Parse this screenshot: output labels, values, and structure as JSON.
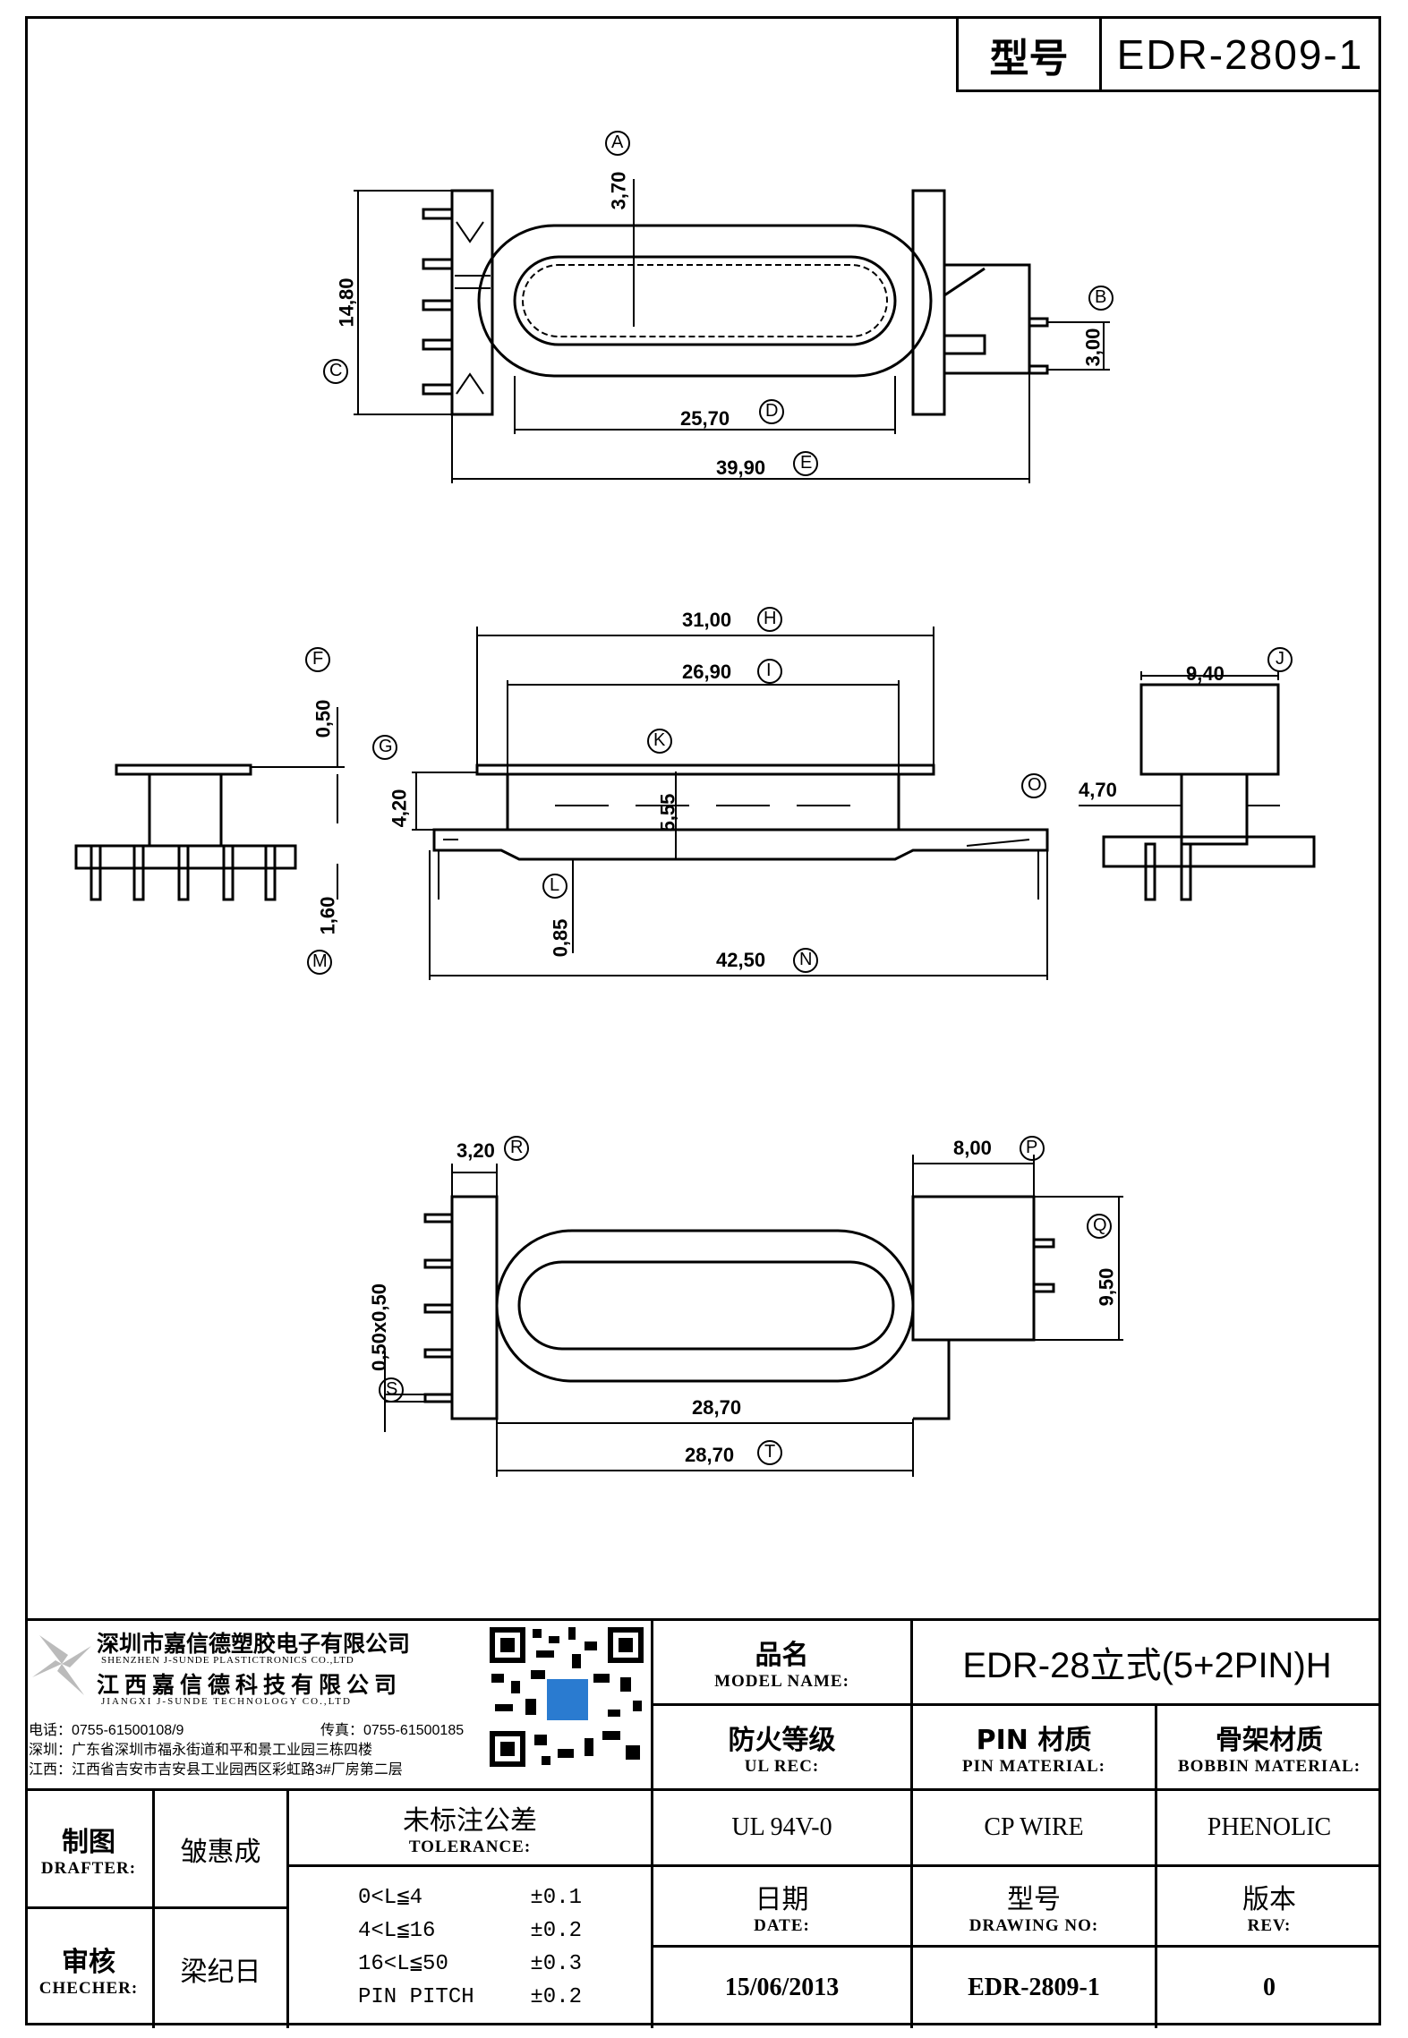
{
  "header": {
    "model_label": "型号",
    "model_value": "EDR-2809-1"
  },
  "dimensions": {
    "A": "3,70",
    "B": "3,00",
    "C": "14,80",
    "D": "25,70",
    "E": "39,90",
    "F": "0,50",
    "G": "4,20",
    "H": "31,00",
    "I": "26,90",
    "J": "9,40",
    "K": "5,55",
    "L": "0,85",
    "M": "1,60",
    "N": "42,50",
    "O": "4,70",
    "P": "8,00",
    "Q": "9,50",
    "R": "3,20",
    "S": "0,50x0,50",
    "T1": "28,70",
    "T": "28,70"
  },
  "letters": [
    "A",
    "B",
    "C",
    "D",
    "E",
    "F",
    "G",
    "H",
    "I",
    "J",
    "K",
    "L",
    "M",
    "N",
    "O",
    "P",
    "Q",
    "R",
    "S",
    "T"
  ],
  "company": {
    "name_cn": "深圳市嘉信德塑胶电子有限公司",
    "name_en": "SHENZHEN J-SUNDE PLASTICTRONICS CO.,LTD",
    "name2_cn": "江西嘉信德科技有限公司",
    "name2_en": "JIANGXI J-SUNDE TECHNOLOGY CO.,LTD",
    "phone": "电话：0755-61500108/9",
    "fax": "传真：0755-61500185",
    "addr_sz": "深圳：广东省深圳市福永街道和平和景工业园三栋四楼",
    "addr_jx": "江西：江西省吉安市吉安县工业园西区彩虹路3#厂房第二层"
  },
  "title_block": {
    "model_name_cn": "品名",
    "model_name_en": "MODEL NAME:",
    "model_name_value": "EDR-28立式(5+2PIN)H",
    "ul_cn": "防火等级",
    "ul_en": "UL REC:",
    "pin_cn": "PIN 材质",
    "pin_en": "PIN MATERIAL:",
    "bobbin_cn": "骨架材质",
    "bobbin_en": "BOBBIN MATERIAL:",
    "ul_value": "UL 94V-0",
    "pin_value": "CP WIRE",
    "bobbin_value": "PHENOLIC",
    "drafter_cn": "制图",
    "drafter_en": "DRAFTER:",
    "drafter_name": "皱惠成",
    "checker_cn": "审核",
    "checker_en": "CHECHER:",
    "checker_name": "梁纪日",
    "tolerance_cn": "未标注公差",
    "tolerance_en": "TOLERANCE:",
    "tolerances": [
      {
        "range": "0<L≦4",
        "value": "±0.1"
      },
      {
        "range": "4<L≦16",
        "value": "±0.2"
      },
      {
        "range": "16<L≦50",
        "value": "±0.3"
      },
      {
        "range": "PIN PITCH",
        "value": "±0.2"
      }
    ],
    "date_cn": "日期",
    "date_en": "DATE:",
    "date_value": "15/06/2013",
    "drawing_cn": "型号",
    "drawing_en": "DRAWING NO:",
    "drawing_value": "EDR-2809-1",
    "rev_cn": "版本",
    "rev_en": "REV:",
    "rev_value": "0"
  }
}
